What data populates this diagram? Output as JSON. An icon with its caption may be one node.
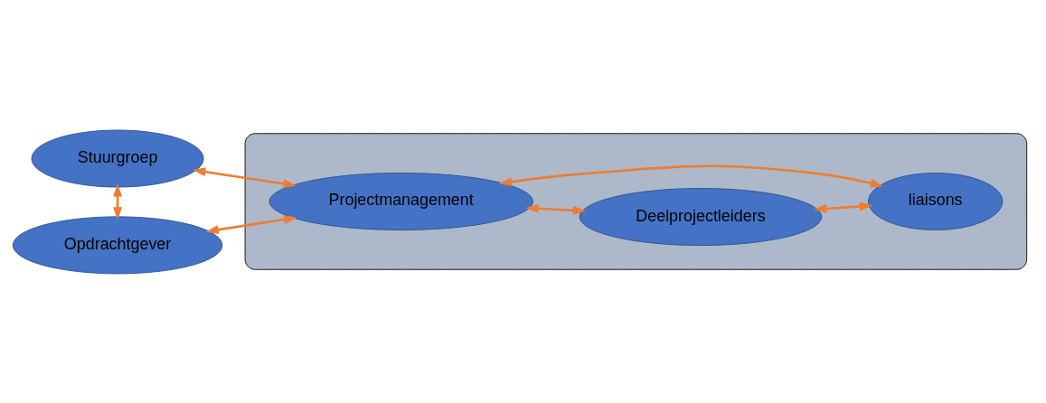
{
  "diagram": {
    "nodes": [
      {
        "text": [
          "Stuurgroep"
        ]
      },
      {
        "text": [
          "Opdrachtgever"
        ]
      },
      {
        "text": [],
        "shape": "ellipse"
      },
      {
        "text": [
          "Projectmanagement"
        ],
        "in": 2
      },
      {
        "text": [
          "Deelprojectleiders"
        ],
        "in": 2
      },
      {
        "text": [
          "liaisons"
        ],
        "in": 2
      }
    ],
    "edges": [
      {
        "from": 0,
        "to": 1,
        "arrow": "both",
        "color": "#ed7d31"
      },
      {
        "from": 0,
        "to": 3,
        "arrow": "both",
        "color": "#ed7d31"
      },
      {
        "from": 1,
        "to": 3,
        "arrow": "both",
        "color": "#ed7d31"
      },
      {
        "from": 3,
        "to": 4,
        "arrow": "both",
        "color": "#ed7d31"
      },
      {
        "from": 3,
        "to": 5,
        "arrow": "both",
        "color": "#ed7d31"
      },
      {
        "from": 4,
        "to": 5,
        "arrow": "both",
        "color": "#ed7d31"
      }
    ]
  }
}
